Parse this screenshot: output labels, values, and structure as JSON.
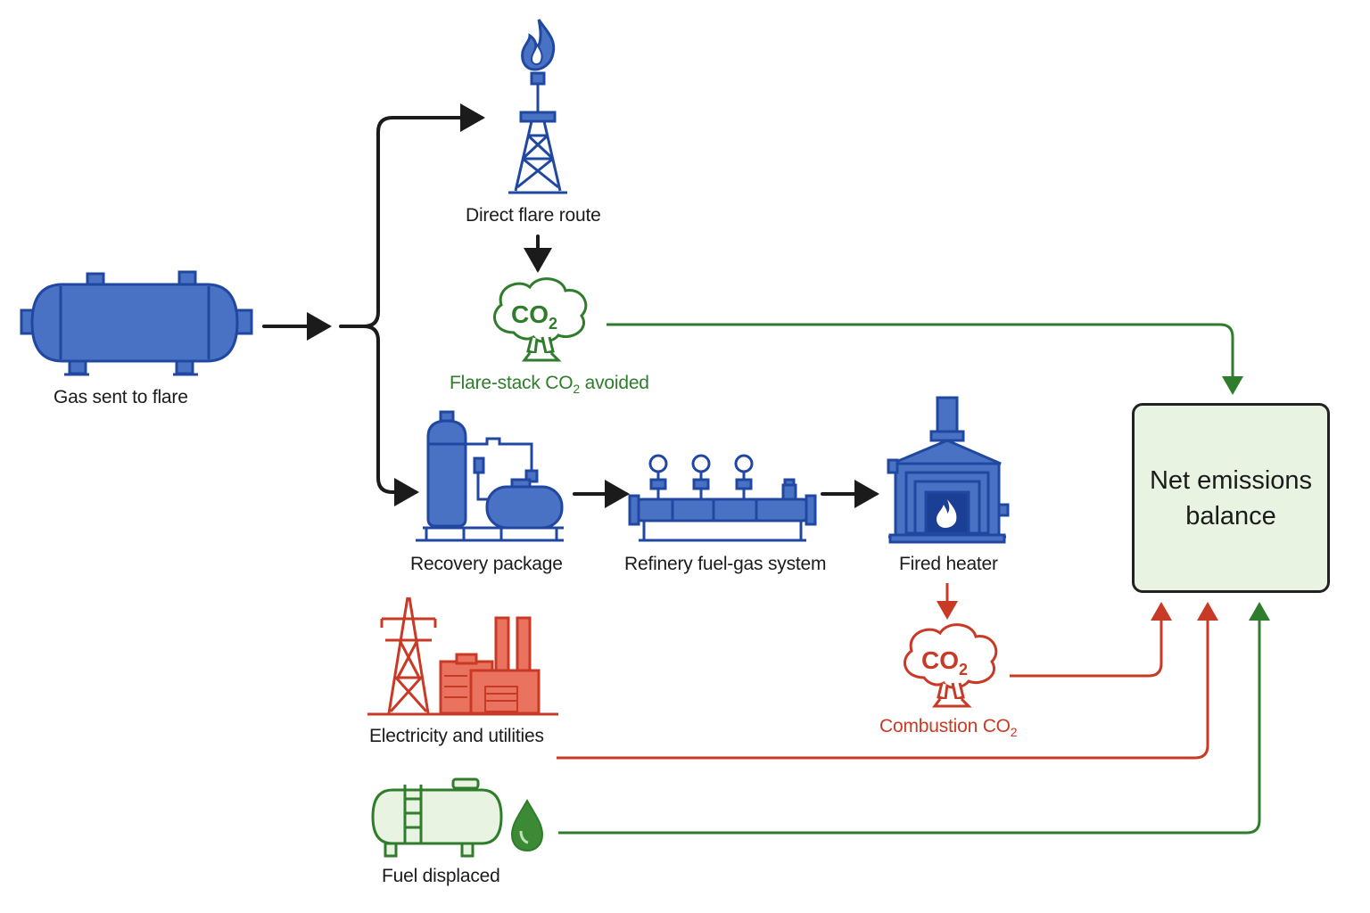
{
  "nodes": {
    "gas_sent_to_flare": "Gas sent to flare",
    "direct_flare_route": "Direct flare route",
    "flare_stack_co2": {
      "prefix": "Flare-stack CO",
      "sub": "2",
      "suffix": " avoided"
    },
    "recovery_package": "Recovery package",
    "refinery_fuel_gas_system": "Refinery fuel-gas system",
    "fired_heater": "Fired heater",
    "combustion_co2": {
      "prefix": "Combustion CO",
      "sub": "2"
    },
    "electricity_and_utilities": "Electricity and utilities",
    "fuel_displaced": "Fuel displaced",
    "net_emissions_balance": "Net emissions\nbalance"
  },
  "cloud_labels": {
    "main": "CO",
    "sub": "2"
  },
  "colors": {
    "equipment_blue": "#4a72c4",
    "equipment_outline": "#2148a0",
    "avoided_green": "#2f7d2c",
    "emission_red": "#c93a26",
    "arrow_black": "#1b1b1b",
    "balance_fill": "#e8f3e2"
  },
  "icons": {
    "gas_sent_to_flare": "horizontal-vessel-icon",
    "direct_flare_route": "flare-stack-icon",
    "flare_cloud": "co2-cloud-icon",
    "recovery_package": "compressor-package-icon",
    "refinery_fuel_gas_system": "fuel-gas-header-icon",
    "fired_heater": "fired-heater-icon",
    "combustion_cloud": "co2-cloud-icon",
    "electricity_and_utilities": "power-plant-icon",
    "fuel_displaced": "fuel-tank-icon",
    "fuel_drop": "oil-drop-icon"
  }
}
